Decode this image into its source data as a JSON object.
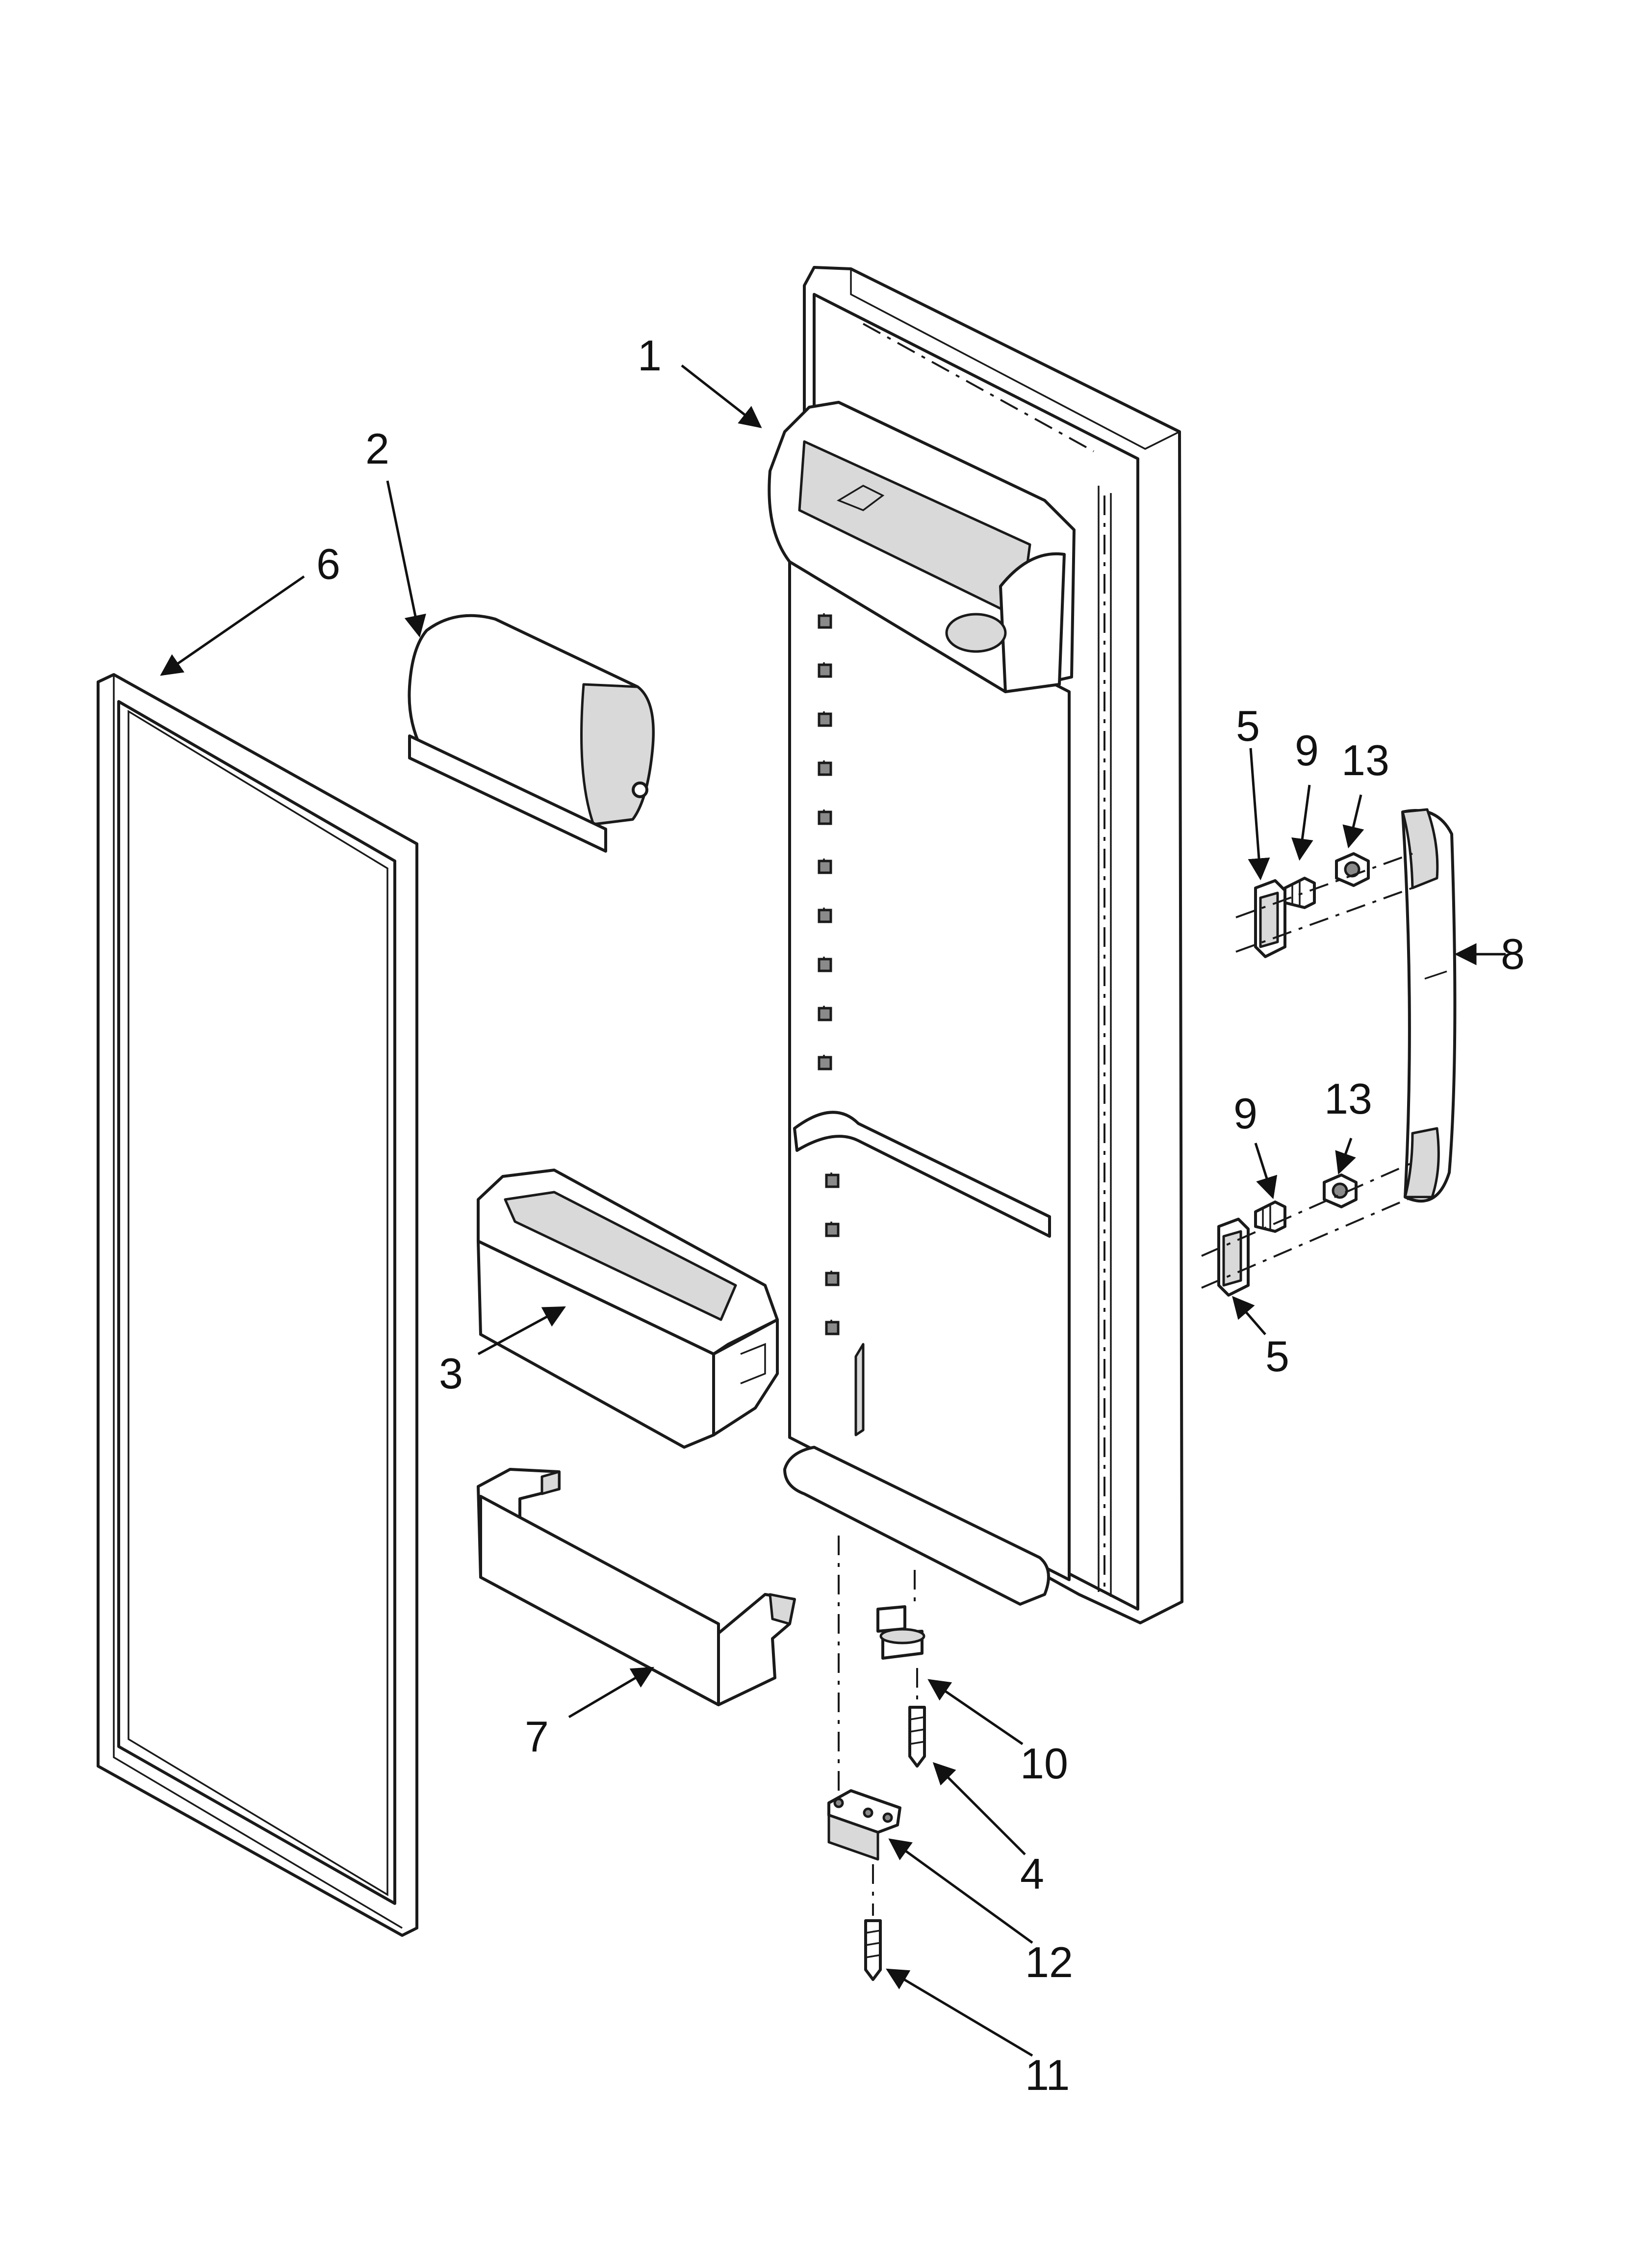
{
  "diagram": {
    "callouts": [
      {
        "id": "callout-1",
        "label": "1"
      },
      {
        "id": "callout-2",
        "label": "2"
      },
      {
        "id": "callout-3",
        "label": "3"
      },
      {
        "id": "callout-4",
        "label": "4"
      },
      {
        "id": "callout-5a",
        "label": "5"
      },
      {
        "id": "callout-5b",
        "label": "5"
      },
      {
        "id": "callout-6",
        "label": "6"
      },
      {
        "id": "callout-7",
        "label": "7"
      },
      {
        "id": "callout-8",
        "label": "8"
      },
      {
        "id": "callout-9a",
        "label": "9"
      },
      {
        "id": "callout-9b",
        "label": "9"
      },
      {
        "id": "callout-10",
        "label": "10"
      },
      {
        "id": "callout-11",
        "label": "11"
      },
      {
        "id": "callout-12",
        "label": "12"
      },
      {
        "id": "callout-13a",
        "label": "13"
      },
      {
        "id": "callout-13b",
        "label": "13"
      }
    ]
  }
}
